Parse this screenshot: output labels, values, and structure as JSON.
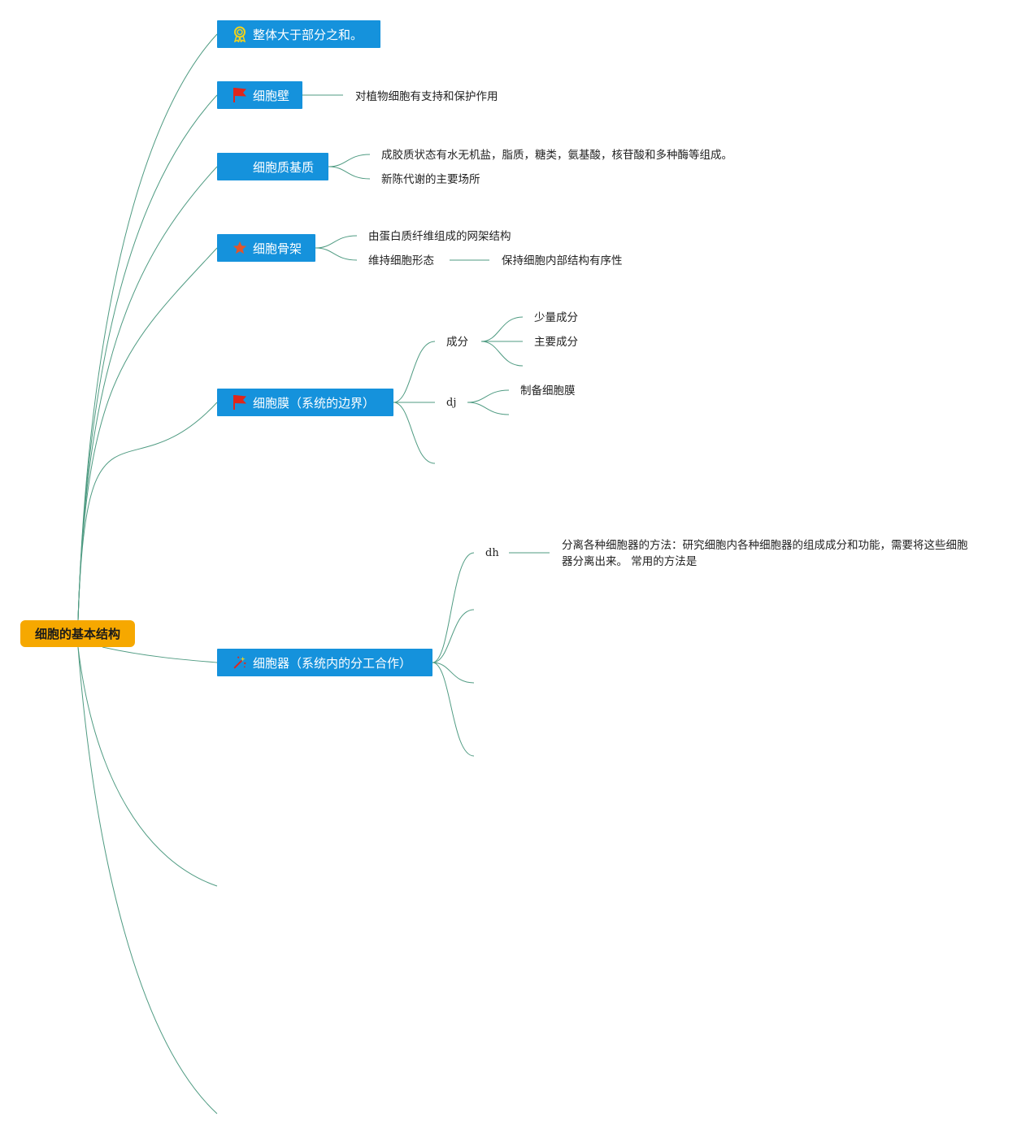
{
  "root": {
    "label": "细胞的基本结构"
  },
  "colors": {
    "root_bg": "#f6a800",
    "topic_bg": "#1592dc",
    "link": "#4f9b82"
  },
  "topics": [
    {
      "label": "整体大于部分之和。",
      "icon": "award-ribbon-icon"
    },
    {
      "label": "细胞壁",
      "icon": "red-flag-icon",
      "children": [
        {
          "label": "对植物细胞有支持和保护作用"
        }
      ]
    },
    {
      "label": "细胞质基质",
      "icon": "",
      "children": [
        {
          "label": "成胶质状态有水无机盐，脂质，糖类，氨基酸，核苷酸和多种酶等组成。"
        },
        {
          "label": "新陈代谢的主要场所"
        }
      ]
    },
    {
      "label": "细胞骨架",
      "icon": "star-icon",
      "children": [
        {
          "label": "由蛋白质纤维组成的网架结构"
        },
        {
          "label": "维持细胞形态",
          "children": [
            {
              "label": "保持细胞内部结构有序性"
            }
          ]
        }
      ]
    },
    {
      "label": "细胞膜（系统的边界）",
      "icon": "red-flag-icon",
      "children": [
        {
          "label": "成分",
          "children": [
            {
              "label": "少量成分"
            },
            {
              "label": "主要成分"
            },
            {
              "label": ""
            }
          ]
        },
        {
          "label": "dj",
          "children": [
            {
              "label": "制备细胞膜"
            },
            {
              "label": ""
            }
          ]
        },
        {
          "label": ""
        }
      ]
    },
    {
      "label": "细胞器（系统内的分工合作）",
      "icon": "magic-wand-icon",
      "children": [
        {
          "label": "dh",
          "children": [
            {
              "label": "分离各种细胞器的方法：研究细胞内各种细胞器的组成成分和功能，需要将这些细胞器分离出来。 常用的方法是"
            }
          ]
        },
        {
          "label": ""
        },
        {
          "label": ""
        },
        {
          "label": ""
        }
      ]
    },
    {
      "label": ""
    },
    {
      "label": ""
    }
  ]
}
